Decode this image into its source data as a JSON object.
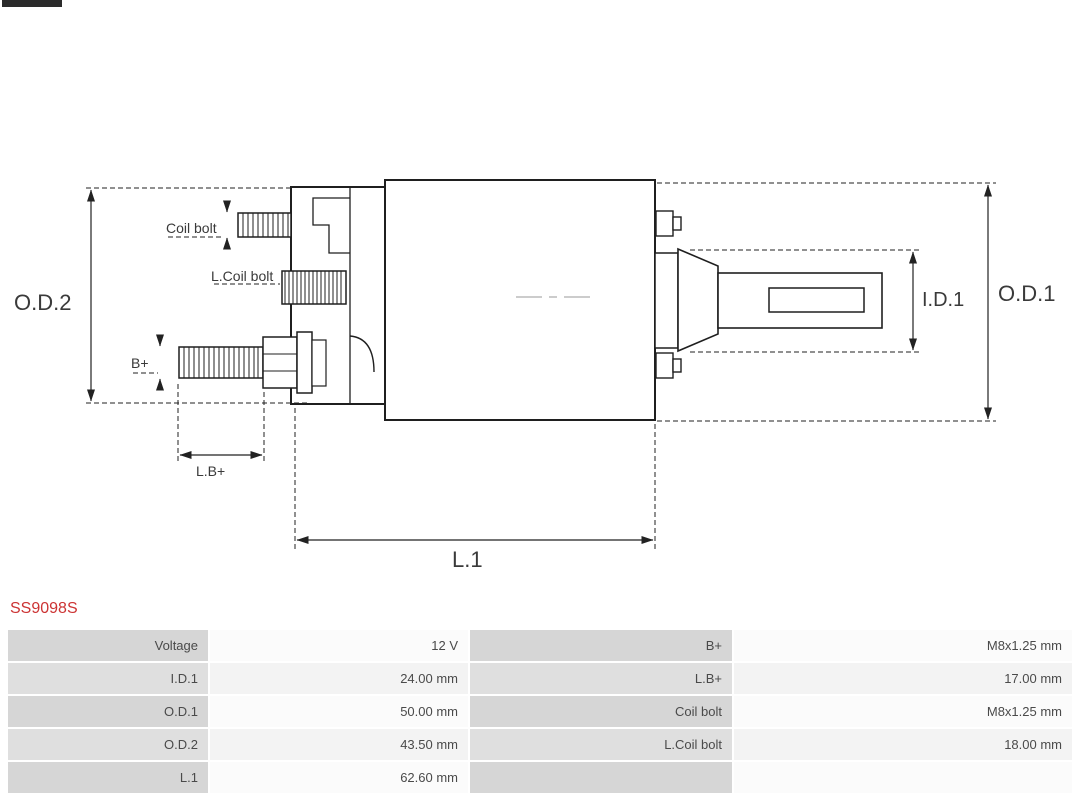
{
  "part_number": "SS9098S",
  "colors": {
    "part_number_accent": "#cc3333",
    "line_color": "#222222"
  },
  "diagram": {
    "labels": {
      "od2": "O.D.2",
      "od1": "O.D.1",
      "id1": "I.D.1",
      "l1": "L.1",
      "lb_plus": "L.B+",
      "b_plus": "B+",
      "coil_bolt": "Coil bolt",
      "l_coil_bolt": "L.Coil bolt"
    }
  },
  "table": {
    "rows": [
      {
        "label1": "Voltage",
        "value1": "12 V",
        "label2": "B+",
        "value2": "M8x1.25 mm"
      },
      {
        "label1": "I.D.1",
        "value1": "24.00 mm",
        "label2": "L.B+",
        "value2": "17.00 mm"
      },
      {
        "label1": "O.D.1",
        "value1": "50.00 mm",
        "label2": "Coil bolt",
        "value2": "M8x1.25 mm"
      },
      {
        "label1": "O.D.2",
        "value1": "43.50 mm",
        "label2": "L.Coil bolt",
        "value2": "18.00 mm"
      },
      {
        "label1": "L.1",
        "value1": "62.60 mm",
        "label2": "",
        "value2": ""
      }
    ]
  }
}
